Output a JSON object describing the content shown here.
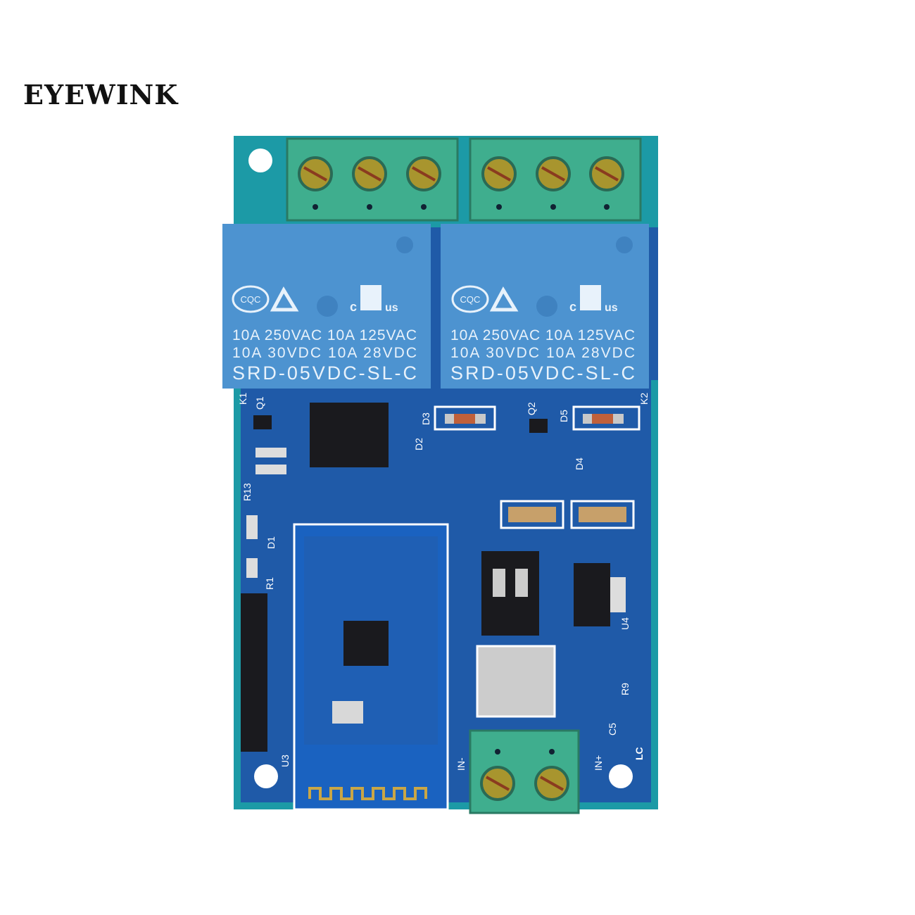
{
  "brand": "EYEWINK",
  "colors": {
    "pcb_blue": "#1f5aa8",
    "pcb_teal": "#1c9aa6",
    "terminal_green": "#3fae8e",
    "relay_blue": "#4d93d0"
  },
  "relays": [
    {
      "cert_cqc": "CQC",
      "cert_ul_c": "c",
      "cert_ul_us": "us",
      "line1": "10A 250VAC  10A 125VAC",
      "line2": "10A   30VDC  10A   28VDC",
      "model": "SRD-05VDC-SL-C"
    },
    {
      "cert_cqc": "CQC",
      "cert_ul_c": "c",
      "cert_ul_us": "us",
      "line1": "10A 250VAC  10A 125VAC",
      "line2": "10A   30VDC  10A   28VDC",
      "model": "SRD-05VDC-SL-C"
    }
  ],
  "silkscreen": {
    "k1": "K1",
    "k2": "K2",
    "q1": "Q1",
    "q2": "Q2",
    "d1": "D1",
    "d2": "D2",
    "d3": "D3",
    "d4": "D4",
    "d5": "D5",
    "r1": "R1",
    "r13": "R13",
    "c5": "C5",
    "r9": "R9",
    "u3": "U3",
    "u4": "U4",
    "in_minus": "IN-",
    "in_plus": "IN+",
    "lc": "LC"
  }
}
